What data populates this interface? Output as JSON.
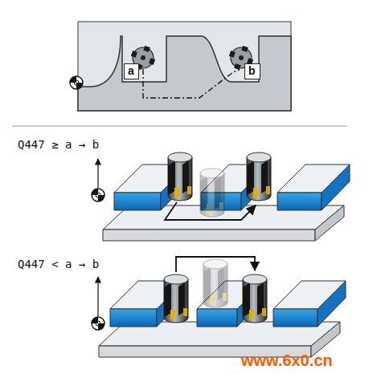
{
  "diagram": {
    "nodes": [
      {
        "text": [
          "a"
        ]
      },
      {
        "text": [
          "b"
        ]
      }
    ],
    "labels": [
      "Q447 ≥ a → b",
      "Q447 < a → b",
      "www.6x0.cn"
    ]
  }
}
